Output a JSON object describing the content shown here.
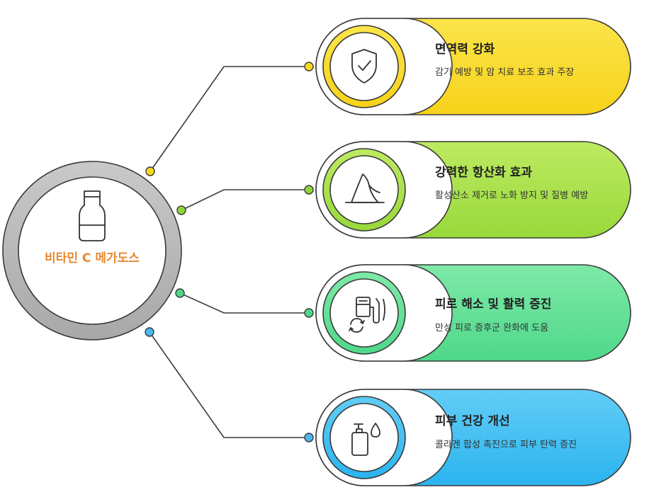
{
  "hub": {
    "title": "비타민 C 메가도스",
    "icon": "bottle-icon"
  },
  "benefits": [
    {
      "title": "면역력 강화",
      "description": "감기 예방 및 암 치료 보조 효과 주장",
      "icon": "shield-check-icon",
      "color": "#f9d91f",
      "dot_color": "#f9d91f"
    },
    {
      "title": "강력한 항산화 효과",
      "description": "활성산소 제거로 노화 방지 및 질병 예방",
      "icon": "wizard-hat-icon",
      "color": "#a3e045",
      "dot_color": "#8fd43a"
    },
    {
      "title": "피로 해소 및 활력 증진",
      "description": "만성 피로 증후군 완화에 도움",
      "icon": "fuel-pump-icon",
      "color": "#5ddf96",
      "dot_color": "#4fd88a"
    },
    {
      "title": "피부 건강 개선",
      "description": "콜라겐 합성 촉진으로 피부 탄력 증진",
      "icon": "lotion-bottle-icon",
      "color": "#3ec0f2",
      "dot_color": "#48b8ee"
    }
  ]
}
